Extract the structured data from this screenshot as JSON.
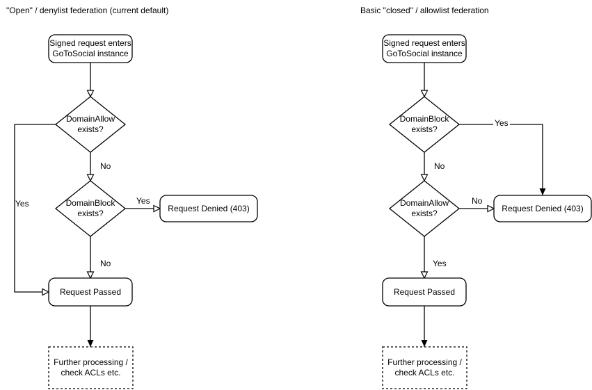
{
  "colors": {
    "background": "#ffffff",
    "stroke": "#000000",
    "text": "#000000"
  },
  "left": {
    "title": "\"Open\" / denylist federation (current default)",
    "nodes": {
      "start": {
        "line1": "Signed request enters",
        "line2": "GoToSocial instance"
      },
      "decision_top": {
        "line1": "DomainAllow",
        "line2": "exists?"
      },
      "decision_bottom": {
        "line1": "DomainBlock",
        "line2": "exists?"
      },
      "denied": {
        "label": "Request Denied (403)"
      },
      "passed": {
        "label": "Request Passed"
      },
      "further": {
        "line1": "Further processing /",
        "line2": "check ACLs etc."
      }
    },
    "edge_labels": {
      "top_no": "No",
      "top_yes": "Yes",
      "bottom_yes": "Yes",
      "bottom_no": "No"
    }
  },
  "right": {
    "title": "Basic \"closed\" / allowlist federation",
    "nodes": {
      "start": {
        "line1": "Signed request enters",
        "line2": "GoToSocial instance"
      },
      "decision_top": {
        "line1": "DomainBlock",
        "line2": "exists?"
      },
      "decision_bottom": {
        "line1": "DomainAllow",
        "line2": "exists?"
      },
      "denied": {
        "label": "Request Denied (403)"
      },
      "passed": {
        "label": "Request Passed"
      },
      "further": {
        "line1": "Further processing /",
        "line2": "check ACLs etc."
      }
    },
    "edge_labels": {
      "top_yes": "Yes",
      "top_no": "No",
      "bottom_no": "No",
      "bottom_yes": "Yes"
    }
  }
}
